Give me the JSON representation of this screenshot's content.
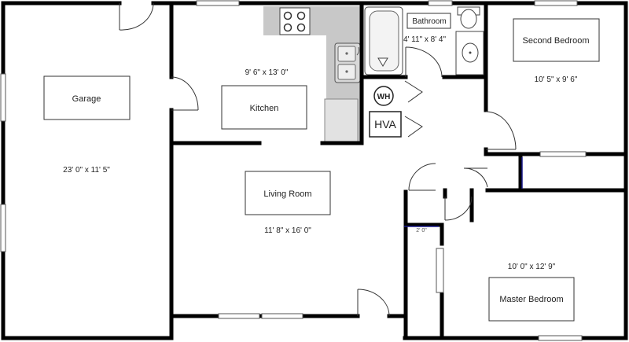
{
  "rooms": {
    "garage": {
      "name": "Garage",
      "dims": "23' 0\" x 11' 5\""
    },
    "kitchen": {
      "name": "Kitchen",
      "dims": "9' 6\" x 13' 0\""
    },
    "bathroom": {
      "name": "Bathroom",
      "dims": "4' 11\" x 8' 4\""
    },
    "second_bedroom": {
      "name": "Second Bedroom",
      "dims": "10' 5\" x 9' 6\""
    },
    "living_room": {
      "name": "Living Room",
      "dims": "11' 8\" x 16' 0\""
    },
    "master_bedroom": {
      "name": "Master Bedroom",
      "dims": "10' 0\" x 12' 9\""
    }
  },
  "fixtures": {
    "water_heater": "WH",
    "hvac": "HVA",
    "closet_mark": "2' 0\""
  },
  "colors": {
    "wall": "#000000",
    "counter": "#c8c8c8",
    "background": "#ffffff",
    "closet_door": "#1a1a8c"
  }
}
